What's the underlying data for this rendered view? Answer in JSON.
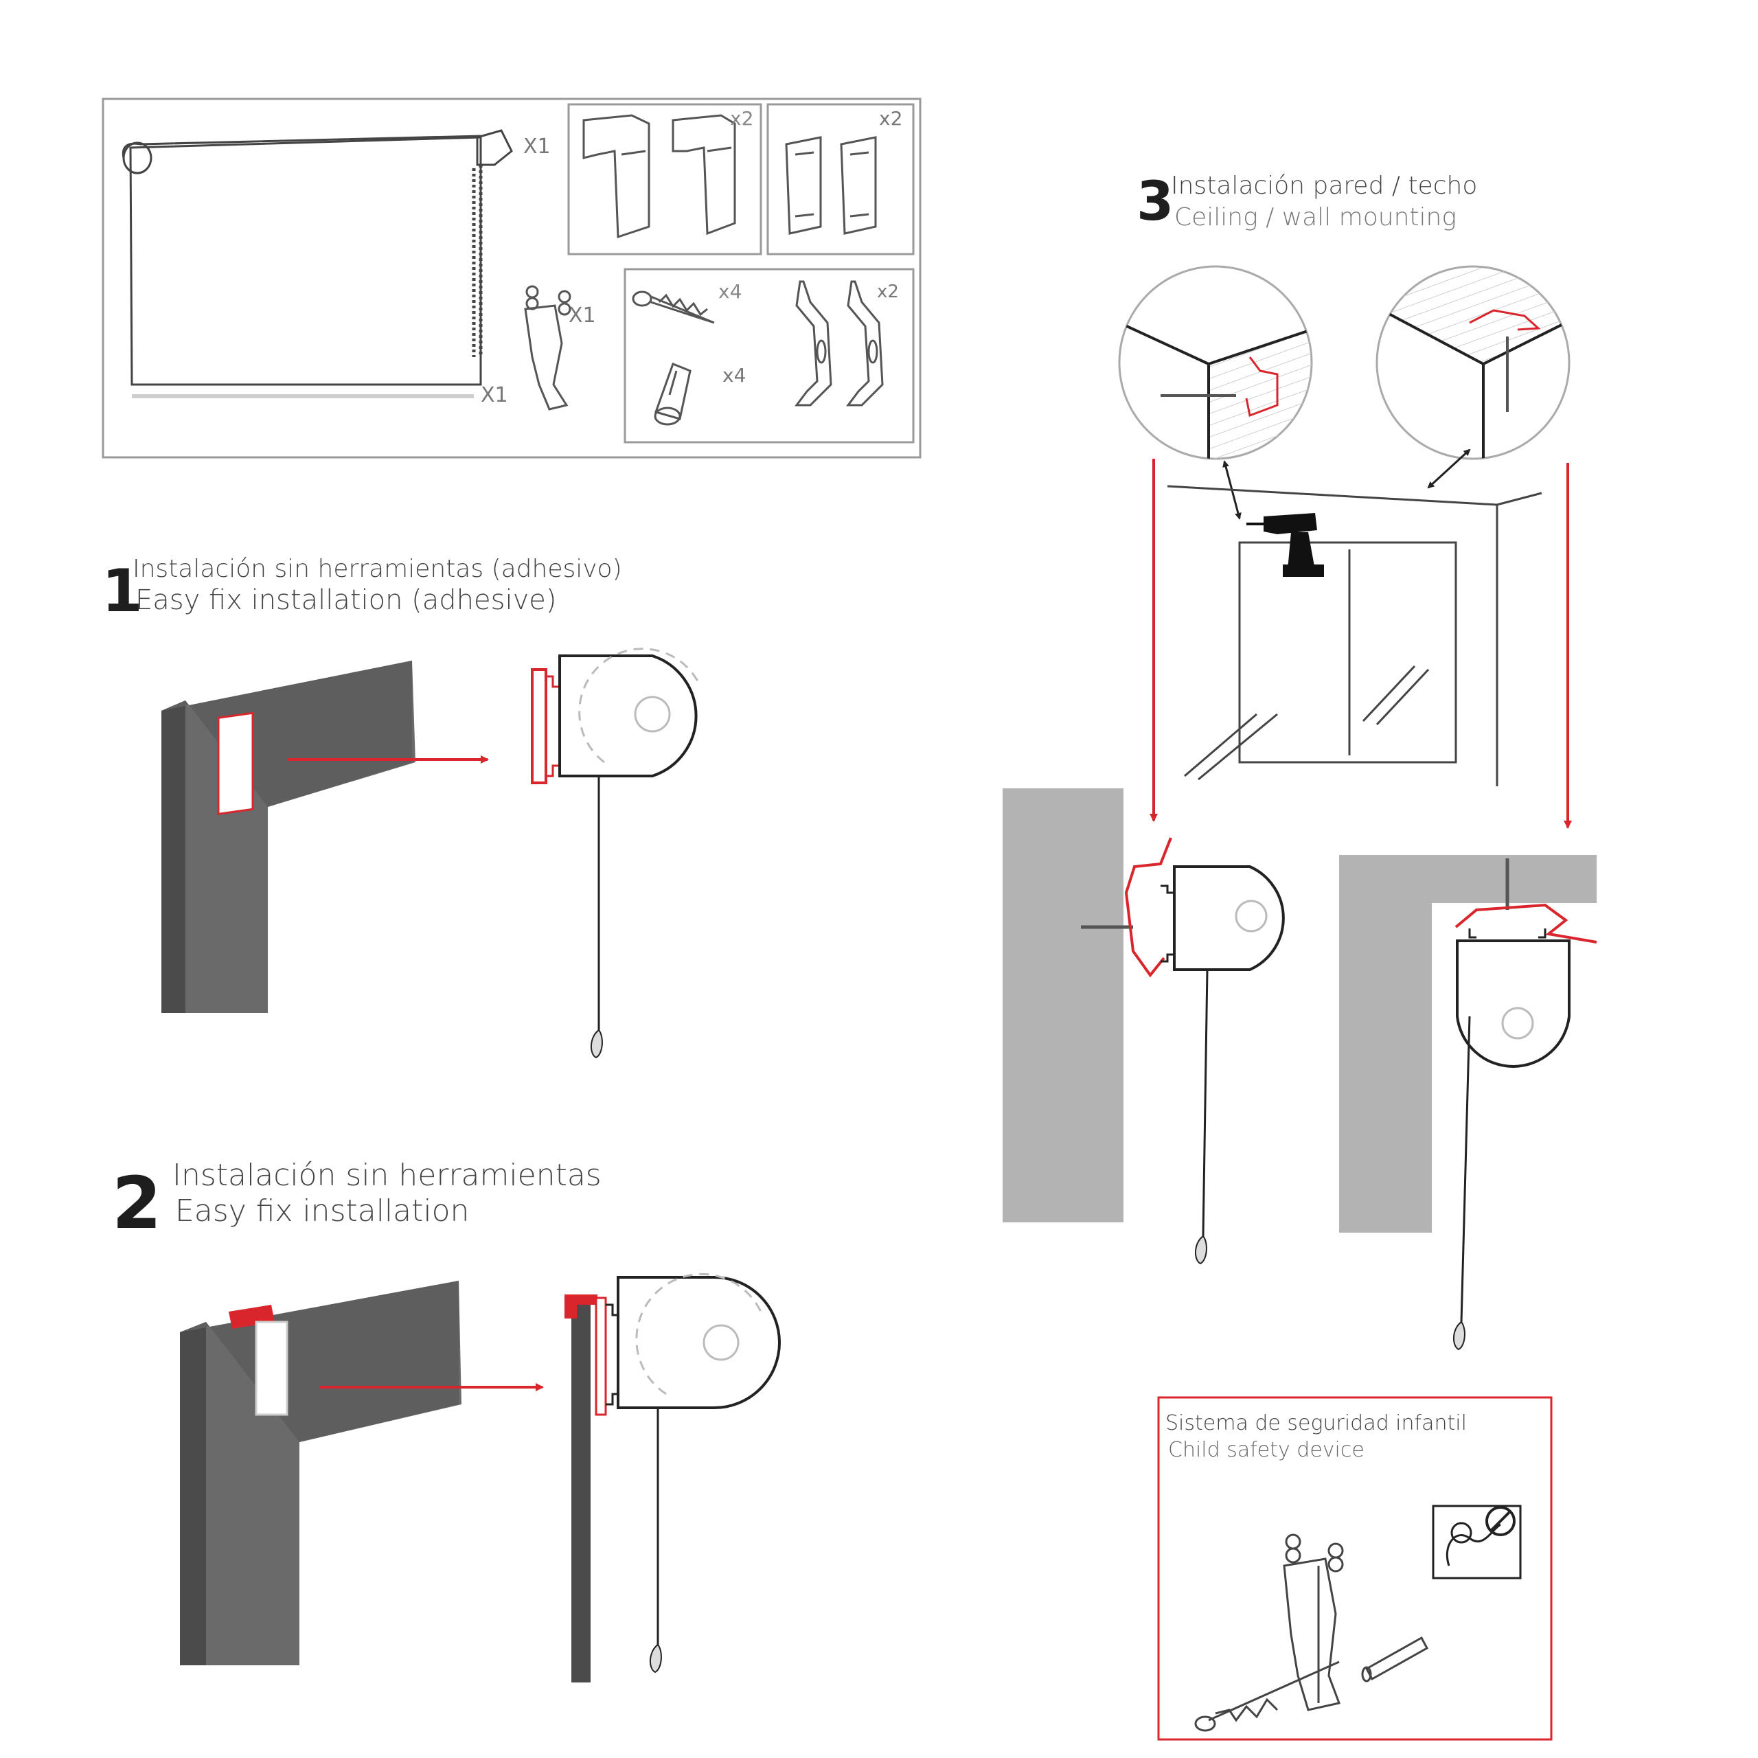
{
  "parts_box": {
    "blind_qty": "X1",
    "bottom_bar_qty": "X1",
    "safety_device_qty": "X1",
    "top_clip_qty": "x2",
    "adhesive_bracket_qty": "x2",
    "screw_qty": "x4",
    "plug_qty": "x4",
    "metal_bracket_qty": "x2"
  },
  "steps": [
    {
      "number": "1",
      "title_es": "Instalación sin herramientas (adhesivo)",
      "title_en": "Easy fix installation (adhesive)"
    },
    {
      "number": "2",
      "title_es": "Instalación sin herramientas",
      "title_en": "Easy fix installation"
    },
    {
      "number": "3",
      "title_es": "Instalación pared / techo",
      "title_en": "Ceiling / wall mounting"
    }
  ],
  "safety": {
    "title_es": "Sistema de seguridad infantil",
    "title_en": "Child safety device"
  },
  "colors": {
    "accent_red": "#d9262c",
    "frame_dark": "#4b4b4b",
    "frame_mid": "#6a6a6a",
    "wall_grey": "#b3b3b3",
    "line": "#1e1e1e"
  }
}
